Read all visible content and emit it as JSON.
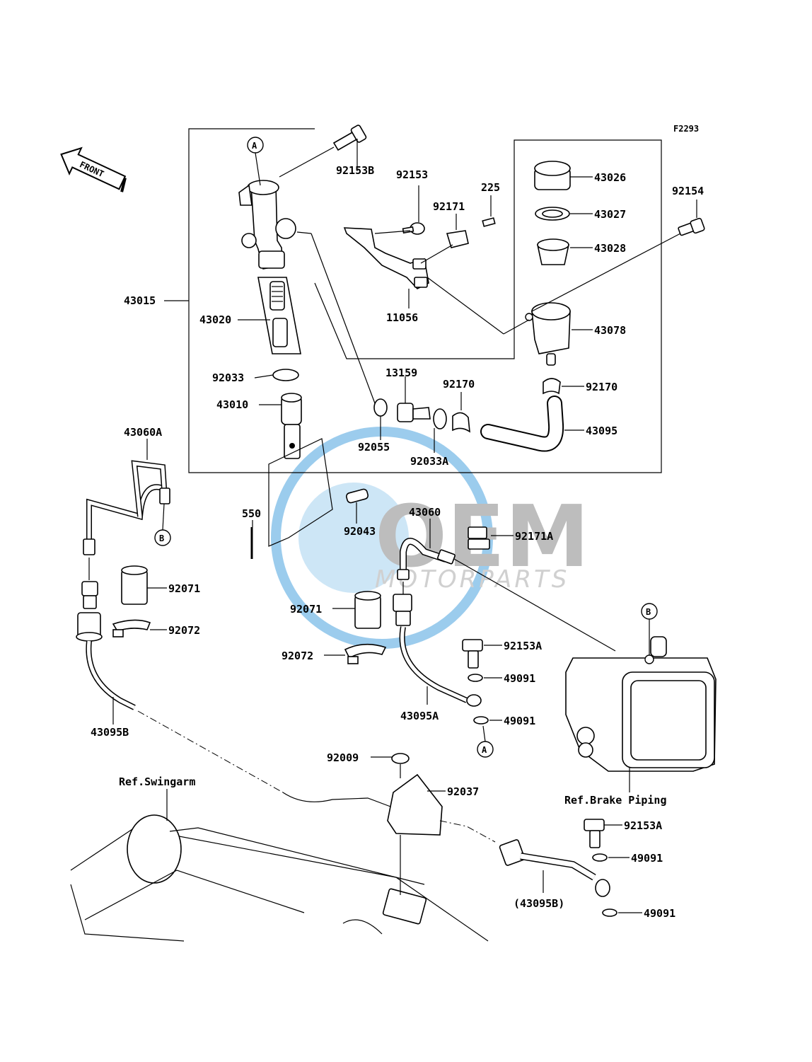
{
  "diagram_code": "F2293",
  "front_label": "FRONT",
  "markers": {
    "a": "A",
    "b": "B"
  },
  "watermark": {
    "line1": "OEM",
    "line2": "MOTORPARTS",
    "color": "#4aa3df"
  },
  "parts": {
    "p92153B": "92153B",
    "p92153": "92153",
    "p225": "225",
    "p92171": "92171",
    "p43026": "43026",
    "p92154": "92154",
    "p43027": "43027",
    "p43028": "43028",
    "p43015": "43015",
    "p43020": "43020",
    "p11056": "11056",
    "p43078": "43078",
    "p92033": "92033",
    "p13159": "13159",
    "p92170a": "92170",
    "p92170b": "92170",
    "p43010": "43010",
    "p43095": "43095",
    "p92055": "92055",
    "p92033A": "92033A",
    "p43060A": "43060A",
    "p550": "550",
    "p92043": "92043",
    "p43060": "43060",
    "p92171A": "92171A",
    "p92071a": "92071",
    "p92072a": "92072",
    "p92071b": "92071",
    "p92072b": "92072",
    "p92153Aa": "92153A",
    "p49091a": "49091",
    "p49091b": "49091",
    "p43095A": "43095A",
    "p43095B": "43095B",
    "p92009": "92009",
    "p92037": "92037",
    "p92153Ab": "92153A",
    "p49091c": "49091",
    "p49091d": "49091",
    "p43095Bp": "(43095B)"
  },
  "refs": {
    "swingarm": "Ref.Swingarm",
    "brake_piping": "Ref.Brake Piping"
  }
}
